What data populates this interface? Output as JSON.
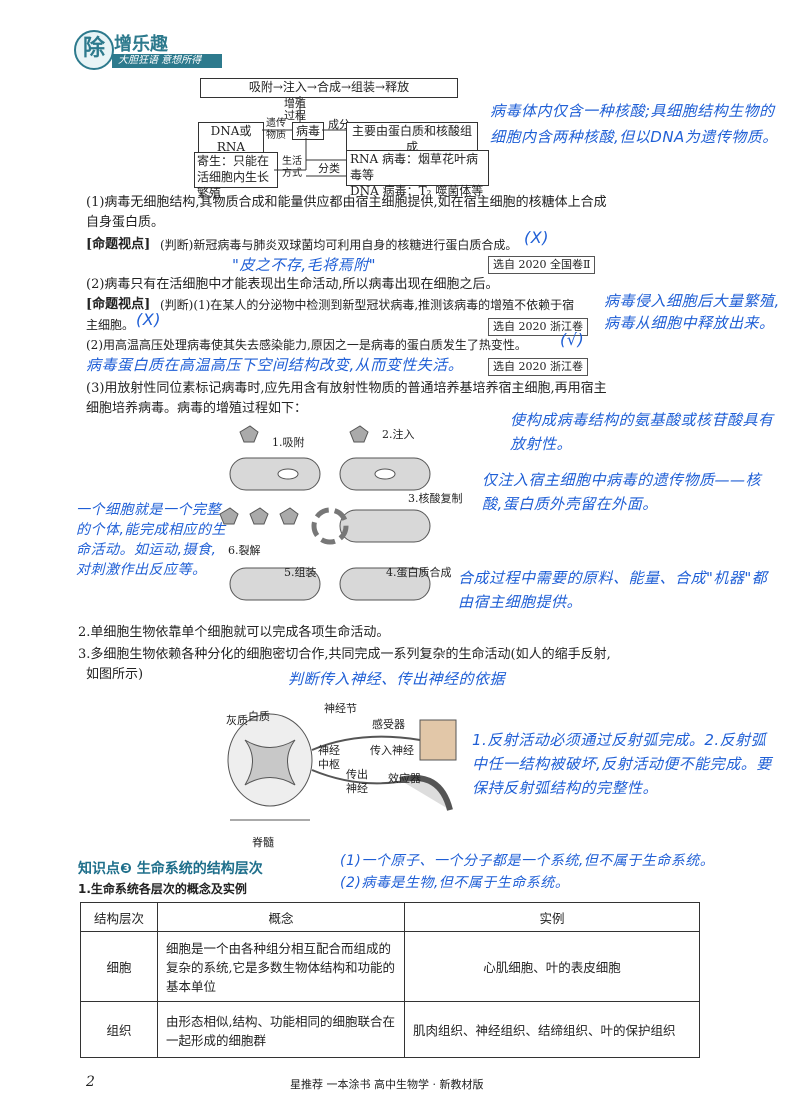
{
  "header": {
    "logo_char": "除",
    "brand": "增乐趣",
    "slogan": "大胆狂语 意想所得"
  },
  "diagram1": {
    "top_chain": "吸附→注入→合成→组装→释放",
    "proliferation": "增殖过程",
    "dna_rna": "DNA或RNA",
    "genetic_material": "遗传物质",
    "virus": "病毒",
    "composition": "成分",
    "composition_value": "主要由蛋白质和核酸组成",
    "life_mode_box": "寄生：只能在活细胞内生长繁殖",
    "life_mode_label": "生活方式",
    "classify": "分类",
    "rna_virus": "RNA 病毒：烟草花叶病毒等",
    "dna_virus": "DNA 病毒：T₂ 噬菌体等"
  },
  "notes": {
    "n1": "病毒体内仅含一种核酸;具细胞结构生物的细胞内含两种核酸,但以DNA为遗传物质。",
    "n2": "\"皮之不存,毛将焉附\"",
    "n3": "病毒侵入细胞后大量繁殖,病毒从细胞中释放出来。",
    "n4": "病毒蛋白质在高温高压下空间结构改变,从而变性失活。",
    "n5": "使构成病毒结构的氨基酸或核苷酸具有放射性。",
    "n6": "仅注入宿主细胞中病毒的遗传物质——核酸,蛋白质外壳留在外面。",
    "n7": "一个细胞就是一个完整的个体,能完成相应的生命活动。如运动,摄食,对刺激作出反应等。",
    "n8": "合成过程中需要的原料、能量、合成\"机器\"都由宿主细胞提供。",
    "n9": "判断传入神经、传出神经的依据",
    "n10": "1.反射活动必须通过反射弧完成。2.反射弧中任一结构被破坏,反射活动便不能完成。要保持反射弧结构的完整性。",
    "n11a": "(1)一个原子、一个分子都是一个系统,但不属于生命系统。",
    "n11b": "(2)病毒是生物,但不属于生命系统。",
    "mark_x": "(X)",
    "mark_check": "(√)"
  },
  "body": {
    "p1": "(1)病毒无细胞结构,其物质合成和能量供应都由宿主细胞提供,如在宿主细胞的核糖体上合成",
    "p1b": "自身蛋白质。",
    "vp_label": "[命题视点]",
    "vp1": "(判断)新冠病毒与肺炎双球菌均可利用自身的核糖进行蛋白质合成。",
    "src1": "选自 2020 全国卷Ⅱ",
    "p2": "(2)病毒只有在活细胞中才能表现出生命活动,所以病毒出现在细胞之后。",
    "vp2a": "(判断)(1)在某人的分泌物中检测到新型冠状病毒,推测该病毒的增殖不依赖于宿",
    "vp2b": "主细胞。",
    "src2": "选自 2020 浙江卷",
    "vp2c": "(2)用高温高压处理病毒使其失去感染能力,原因之一是病毒的蛋白质发生了热变性。",
    "src3": "选自 2020 浙江卷",
    "p3": "(3)用放射性同位素标记病毒时,应先用含有放射性物质的普通培养基培养宿主细胞,再用宿主",
    "p3b": "细胞培养病毒。病毒的增殖过程如下：",
    "p4": "2.单细胞生物依靠单个细胞就可以完成各项生命活动。",
    "p5": "3.多细胞生物依赖各种分化的细胞密切合作,共同完成一系列复杂的生命活动(如人的缩手反射,",
    "p5b": "如图所示)",
    "section_title": "知识点❸  生命系统的结构层次",
    "sub1": "1.生命系统各层次的概念及实例"
  },
  "cycle": {
    "s1": "1.吸附",
    "s2": "2.注入",
    "s3": "3.核酸复制",
    "s4": "4.蛋白质合成",
    "s5": "5.组装",
    "s6": "6.裂解"
  },
  "reflex": {
    "gray": "灰质",
    "white": "白质",
    "ganglion": "神经节",
    "receptor": "感受器",
    "afferent": "传入神经",
    "center": "神经中枢",
    "efferent": "传出神经",
    "effector": "效应器",
    "cord": "脊髓"
  },
  "table": {
    "headers": [
      "结构层次",
      "概念",
      "实例"
    ],
    "rows": [
      [
        "细胞",
        "细胞是一个由各种组分相互配合而组成的复杂的系统,它是多数生物体结构和功能的基本单位",
        "心肌细胞、叶的表皮细胞"
      ],
      [
        "组织",
        "由形态相似,结构、功能相同的细胞联合在一起形成的细胞群",
        "肌肉组织、神经组织、结缔组织、叶的保护组织"
      ]
    ]
  },
  "footer": {
    "page": "2",
    "text": "星推荐   一本涂书   高中生物学 · 新教材版"
  }
}
